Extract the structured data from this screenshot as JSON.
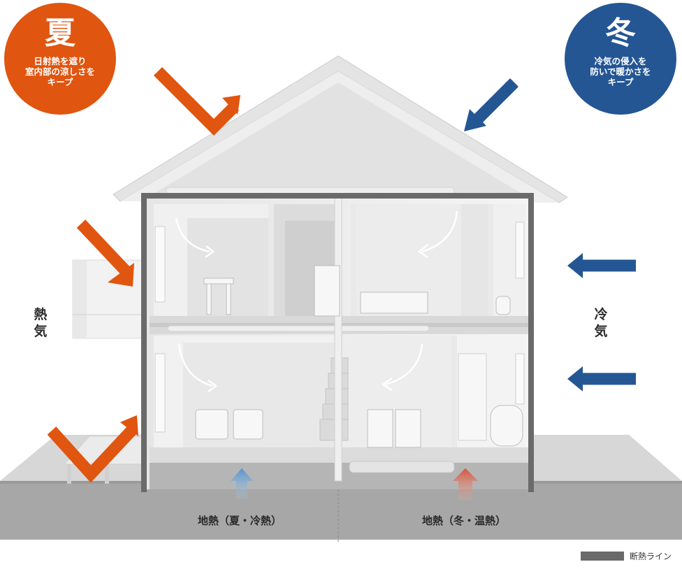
{
  "summer": {
    "title": "夏",
    "text": "日射熱を遮り\n室内部の涼しさを\nキープ",
    "color": "#E0550F"
  },
  "winter": {
    "title": "冬",
    "text": "冷気の侵入を\n防いで暖かさを\nキープ",
    "color": "#245694"
  },
  "left_label": "熱気",
  "right_label": "冷気",
  "ground_left": "地熱（夏・冷熱）",
  "ground_right": "地熱（冬・温熱）",
  "legend": {
    "label": "断熱ライン",
    "color": "#6A6A6A"
  }
}
